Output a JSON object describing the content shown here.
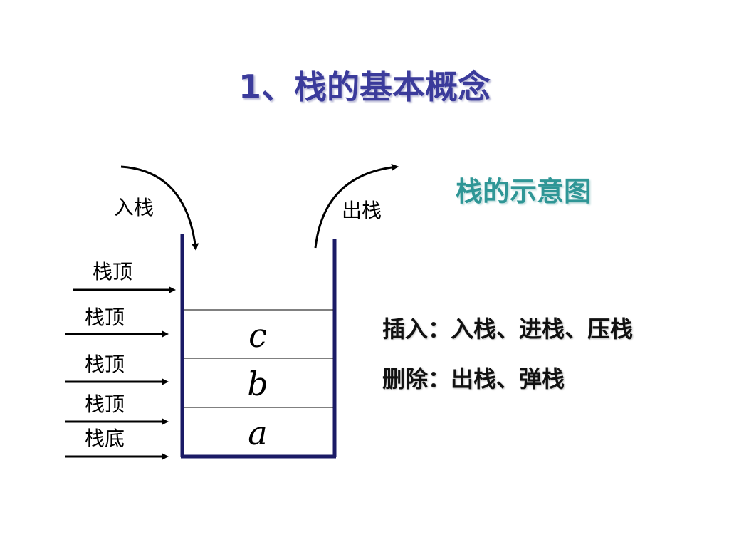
{
  "slide": {
    "title": "1、栈的基本概念",
    "diagram_title": "栈的示意图"
  },
  "operations": {
    "insert": "插入：入栈、进栈、压栈",
    "delete": "删除：出栈、弹栈"
  },
  "stack": {
    "push_label": "入栈",
    "pop_label": "出栈",
    "elements": [
      "c",
      "b",
      "a"
    ],
    "pointers": [
      "栈顶",
      "栈顶",
      "栈顶",
      "栈顶",
      "栈底"
    ]
  },
  "colors": {
    "title": "#3b3b9b",
    "diagram_title": "#2f9696",
    "container": "#1a1a66"
  }
}
